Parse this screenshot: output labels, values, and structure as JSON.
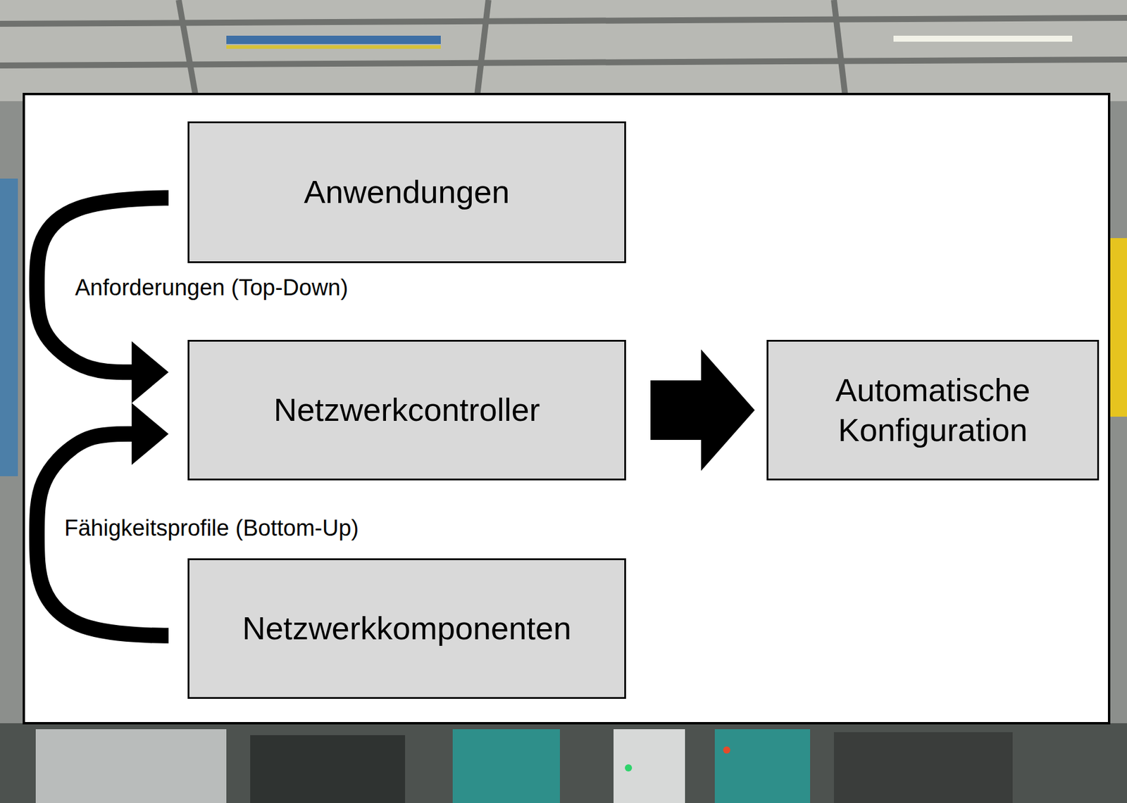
{
  "diagram": {
    "nodes": [
      {
        "text": [
          "Anwendungen"
        ]
      },
      {
        "text": [
          "Netzwerkcontroller"
        ]
      },
      {
        "text": [
          "Automatische Konfiguration"
        ]
      },
      {
        "text": [
          "Netzwerkkomponenten"
        ]
      }
    ],
    "edges": [
      {
        "from": 0,
        "to": 1,
        "label": "Anforderungen (Top-Down)",
        "arrow": "to"
      },
      {
        "from": 3,
        "to": 1,
        "label": "Fähigkeitsprofile (Bottom-Up)",
        "arrow": "to"
      },
      {
        "from": 1,
        "to": 2,
        "arrow": "to"
      }
    ]
  }
}
